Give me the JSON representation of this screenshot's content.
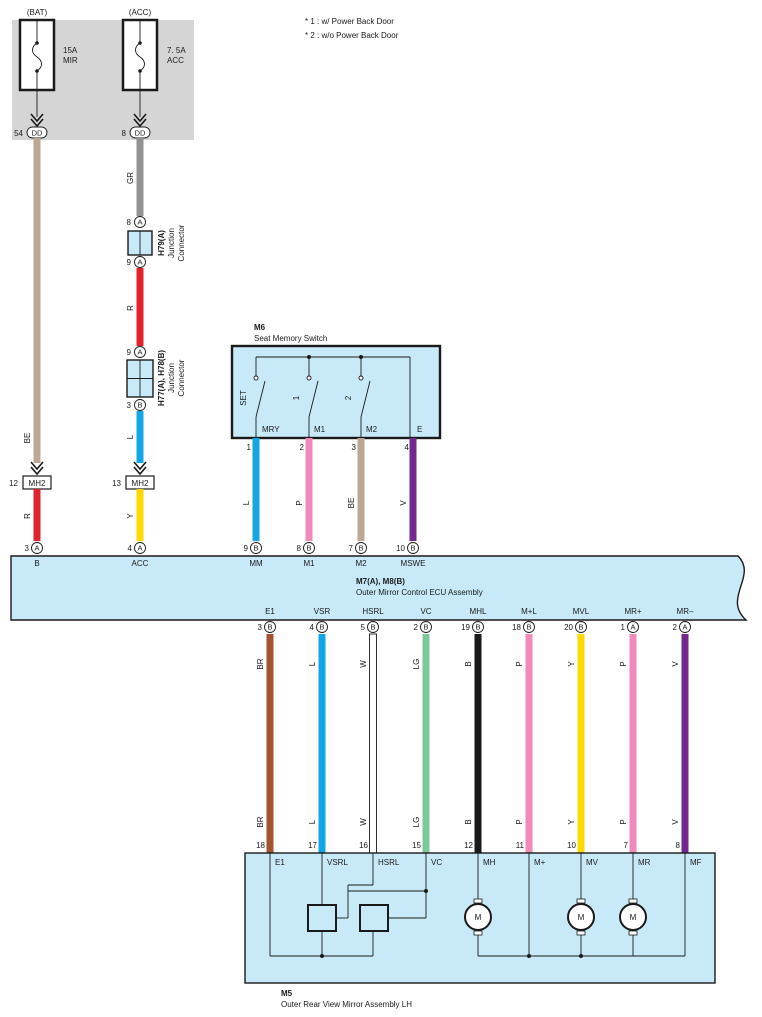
{
  "notes": [
    "* 1 : w/ Power Back Door",
    "* 2 : w/o Power Back Door"
  ],
  "colors": {
    "BE": "#bca793",
    "GR": "#929292",
    "R": "#e1232e",
    "L": "#12a6e6",
    "Y": "#ffd800",
    "P": "#f18ab9",
    "V": "#74288f",
    "BR": "#a5532e",
    "W": "#ffffff",
    "LG": "#7dc89a",
    "B": "#1a1a1a",
    "box_fill": "#c8eaf8",
    "relay_fill": "#d5d5d5"
  },
  "supply": {
    "fuse_left": {
      "source": "(BAT)",
      "amp": "15A",
      "name": "MIR",
      "pin": "54",
      "conn": "DD"
    },
    "fuse_right": {
      "source": "(ACC)",
      "amp": "7. 5A",
      "name": "ACC",
      "pin": "8",
      "conn": "DD"
    }
  },
  "jc1": {
    "id": "H79(A)",
    "desc1": "Junction",
    "desc2": "Connector",
    "pin_top": "8",
    "pin_bot": "9",
    "letter": "A"
  },
  "jc2": {
    "id": "H77(A), H78(B)",
    "desc1": "Junction",
    "desc2": "Connector",
    "pin_top": "9",
    "pin_bot": "3",
    "letter_top": "A",
    "letter_bot": "B"
  },
  "mh2": {
    "name": "MH2",
    "pin_left": "12",
    "pin_right": "13"
  },
  "switch": {
    "id": "M6",
    "name": "Seat Memory Switch",
    "pos_labels": [
      "SET",
      "1",
      "2"
    ],
    "terminals": [
      {
        "label": "MRY",
        "pin": "1",
        "color": "L"
      },
      {
        "label": "M1",
        "pin": "2",
        "color": "P"
      },
      {
        "label": "M2",
        "pin": "3",
        "color": "BE"
      },
      {
        "label": "E",
        "pin": "4",
        "color": "V"
      }
    ]
  },
  "ecu": {
    "id": "M7(A), M8(B)",
    "name": "Outer Mirror Control ECU Assembly",
    "top_pins": [
      {
        "pin": "3",
        "letter": "A",
        "label": "B"
      },
      {
        "pin": "4",
        "letter": "A",
        "label": "ACC"
      },
      {
        "pin": "9",
        "letter": "B",
        "label": "MM"
      },
      {
        "pin": "8",
        "letter": "B",
        "label": "M1"
      },
      {
        "pin": "7",
        "letter": "B",
        "label": "M2"
      },
      {
        "pin": "10",
        "letter": "B",
        "label": "MSWE"
      }
    ],
    "bottom_pins": [
      {
        "pin": "3",
        "letter": "B",
        "label": "E1",
        "color": "BR"
      },
      {
        "pin": "4",
        "letter": "B",
        "label": "VSR",
        "color": "L"
      },
      {
        "pin": "5",
        "letter": "B",
        "label": "HSRL",
        "color": "W"
      },
      {
        "pin": "2",
        "letter": "B",
        "label": "VC",
        "color": "LG"
      },
      {
        "pin": "19",
        "letter": "B",
        "label": "MHL",
        "color": "B"
      },
      {
        "pin": "18",
        "letter": "B",
        "label": "M+L",
        "color": "P"
      },
      {
        "pin": "20",
        "letter": "B",
        "label": "MVL",
        "color": "Y"
      },
      {
        "pin": "1",
        "letter": "A",
        "label": "MR+",
        "color": "P"
      },
      {
        "pin": "2",
        "letter": "A",
        "label": "MR–",
        "color": "V"
      }
    ]
  },
  "wires": {
    "left_upper": "BE",
    "left_lower": "R",
    "right_top": "GR",
    "right_mid": "R",
    "right_low": "L",
    "right_bottom": "Y",
    "sw": [
      "L",
      "P",
      "BE",
      "V"
    ]
  },
  "mirror": {
    "id": "M5",
    "name": "Outer Rear View Mirror Assembly LH",
    "pins": [
      {
        "pin": "18",
        "label": "E1",
        "color": "BR"
      },
      {
        "pin": "17",
        "label": "VSRL",
        "color": "L"
      },
      {
        "pin": "16",
        "label": "HSRL",
        "color": "W"
      },
      {
        "pin": "15",
        "label": "VC",
        "color": "LG"
      },
      {
        "pin": "12",
        "label": "MH",
        "color": "B"
      },
      {
        "pin": "11",
        "label": "M+",
        "color": "P"
      },
      {
        "pin": "10",
        "label": "MV",
        "color": "Y"
      },
      {
        "pin": "7",
        "label": "MR",
        "color": "P"
      },
      {
        "pin": "8",
        "label": "MF",
        "color": "V"
      }
    ],
    "motor_label": "M"
  }
}
